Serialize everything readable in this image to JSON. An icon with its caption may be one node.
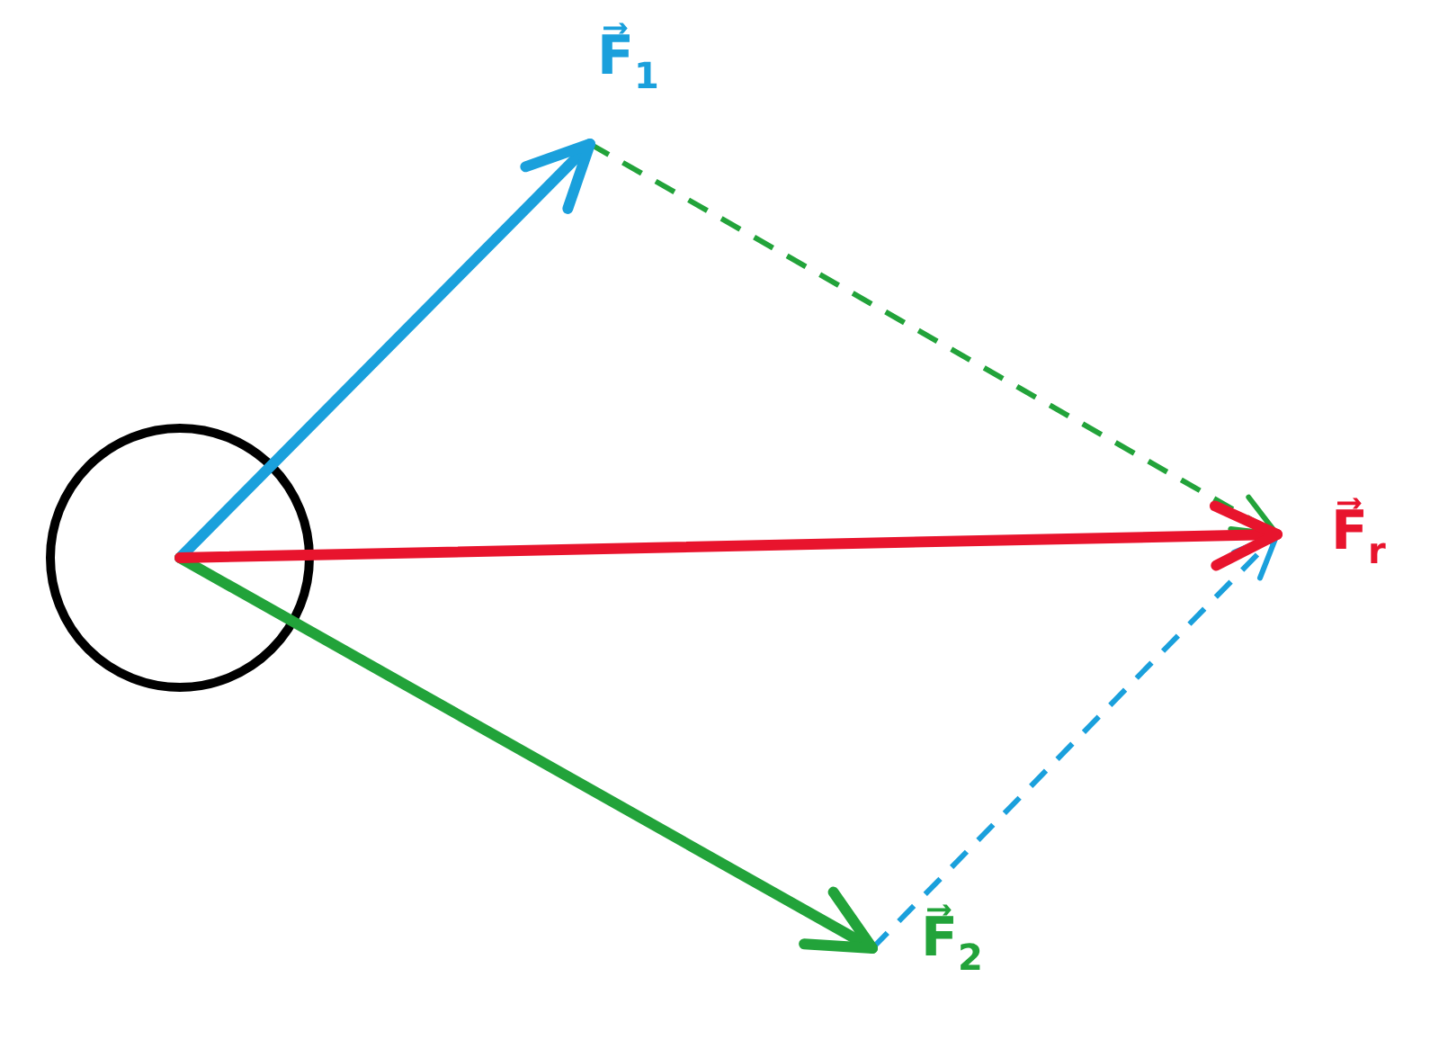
{
  "diagram": {
    "nodes": [
      {
        "text": [],
        "shape": "circle"
      }
    ],
    "labels": [
      "F⃗$_{1}$",
      "F⃗$_{r}$",
      "F⃗$_{2}$"
    ]
  }
}
